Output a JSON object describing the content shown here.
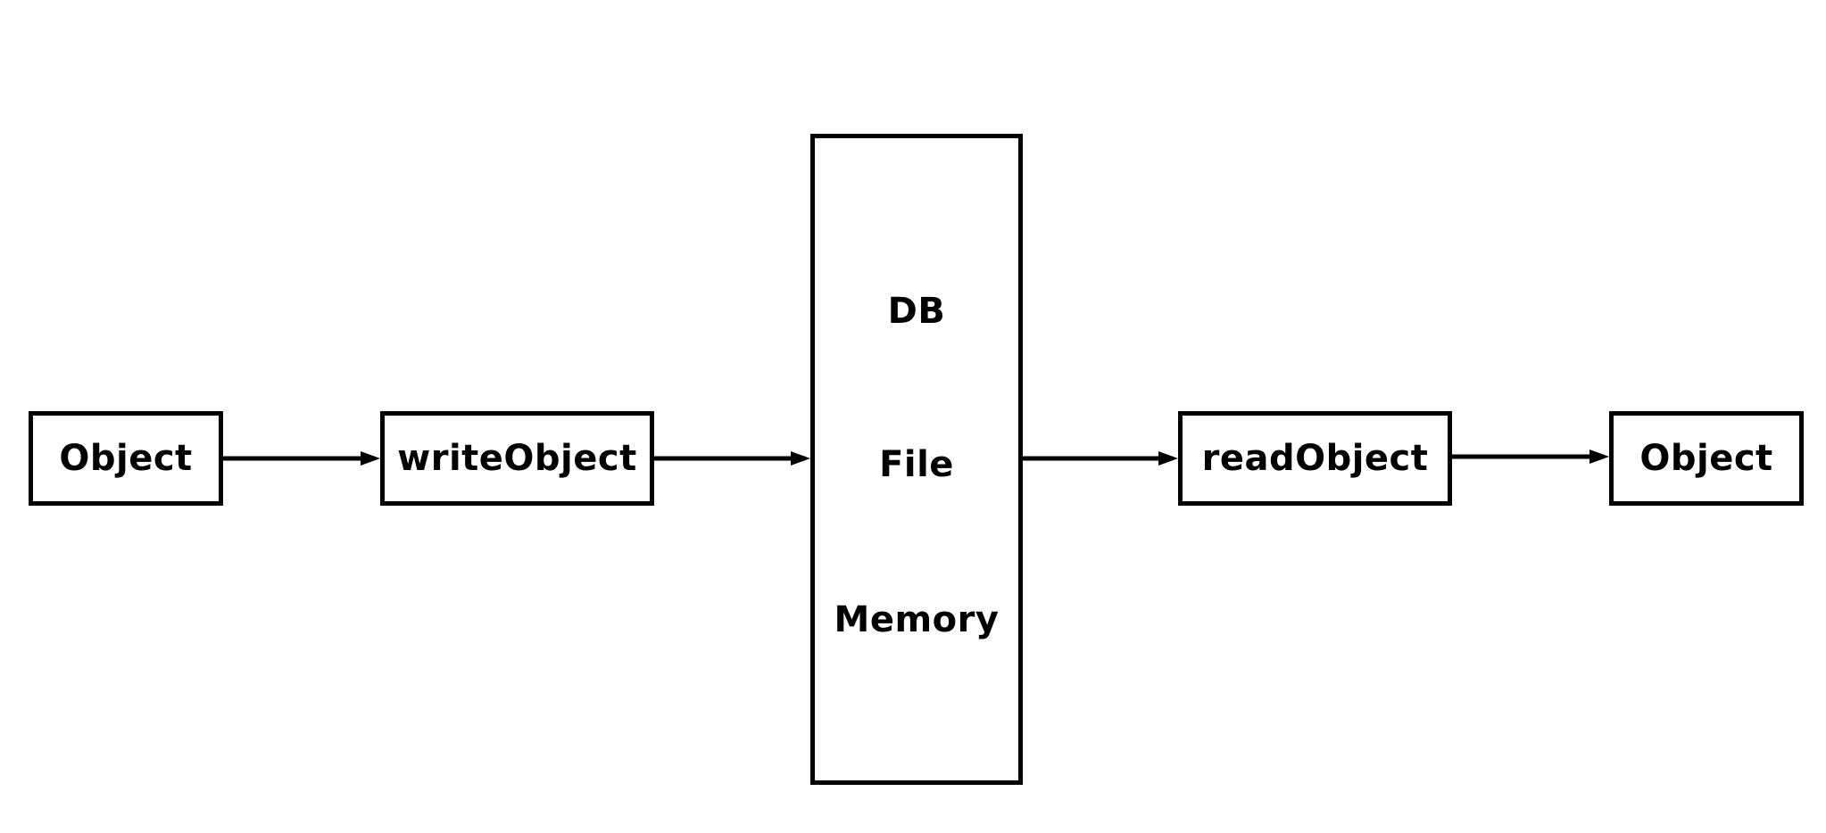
{
  "diagram": {
    "nodes": {
      "object_left": "Object",
      "write_object": "writeObject",
      "storage": {
        "items": [
          "DB",
          "File",
          "Memory"
        ]
      },
      "read_object": "readObject",
      "object_right": "Object"
    },
    "edges": [
      {
        "from": "object_left",
        "to": "write_object"
      },
      {
        "from": "write_object",
        "to": "storage"
      },
      {
        "from": "storage",
        "to": "read_object"
      },
      {
        "from": "read_object",
        "to": "object_right"
      }
    ],
    "colors": {
      "stroke": "#000000",
      "background": "#ffffff"
    }
  }
}
